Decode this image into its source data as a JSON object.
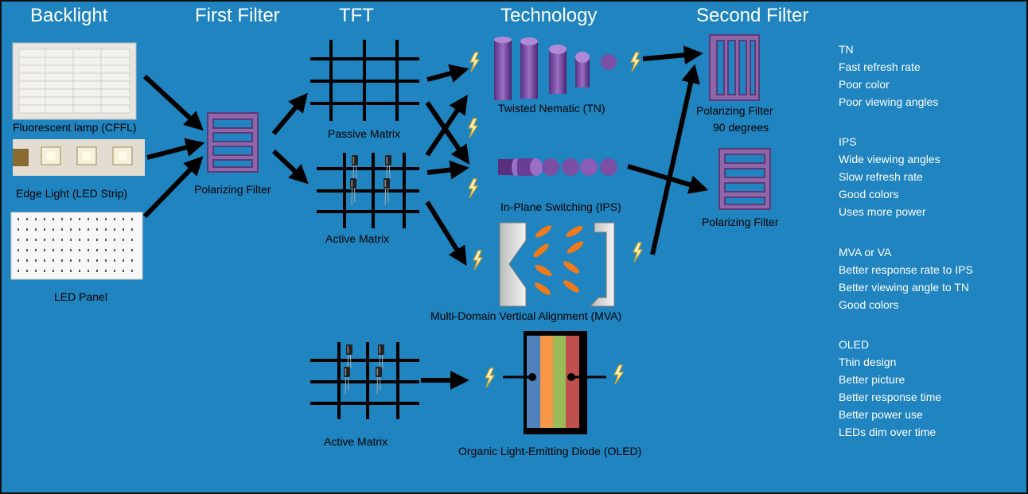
{
  "headers": {
    "backlight": "Backlight",
    "first_filter": "First Filter",
    "tft": "TFT",
    "technology": "Technology",
    "second_filter": "Second Filter"
  },
  "labels": {
    "cffl": "Fluorescent lamp (CFFL)",
    "led_strip": "Edge Light (LED Strip)",
    "led_panel": "LED Panel",
    "polarizing_filter_1": "Polarizing Filter",
    "passive_matrix": "Passive Matrix",
    "active_matrix_1": "Active Matrix",
    "active_matrix_2": "Active Matrix",
    "tn": "Twisted Nematic (TN)",
    "ips": "In-Plane Switching (IPS)",
    "mva": "Multi-Domain Vertical Alignment (MVA)",
    "oled": "Organic Light-Emitting Diode (OLED)",
    "polarizing_filter_90_line1": "Polarizing Filter",
    "polarizing_filter_90_line2": "90 degrees",
    "polarizing_filter_2": "Polarizing Filter"
  },
  "notes": [
    {
      "title": "TN",
      "lines": [
        "Fast refresh rate",
        "Poor color",
        "Poor viewing angles"
      ]
    },
    {
      "title": "IPS",
      "lines": [
        "Wide viewing angles",
        "Slow refresh rate",
        "Good colors",
        "Uses more power"
      ]
    },
    {
      "title": "MVA or VA",
      "lines": [
        "Better response rate to IPS",
        "Better viewing angle to TN",
        "Good colors"
      ]
    },
    {
      "title": "OLED",
      "lines": [
        "Thin design",
        "Better picture",
        "Better response time",
        "Better power use",
        "LEDs dim over time"
      ]
    }
  ],
  "colors": {
    "background": "#1f84bf",
    "filter_fill": "#8f67a8",
    "filter_stroke": "#5b3a7a",
    "crystal": "#7b4fa3",
    "lc_orange": "#f07a1a",
    "oled_layers": [
      "#4f81bd",
      "#f79646",
      "#9bbb59",
      "#c0504d"
    ]
  },
  "icons": [
    "lightning-icon",
    "arrow-icon",
    "polarizing-filter-icon",
    "matrix-grid-icon",
    "transistor-icon",
    "liquid-crystal-icon",
    "oled-stack-icon"
  ]
}
